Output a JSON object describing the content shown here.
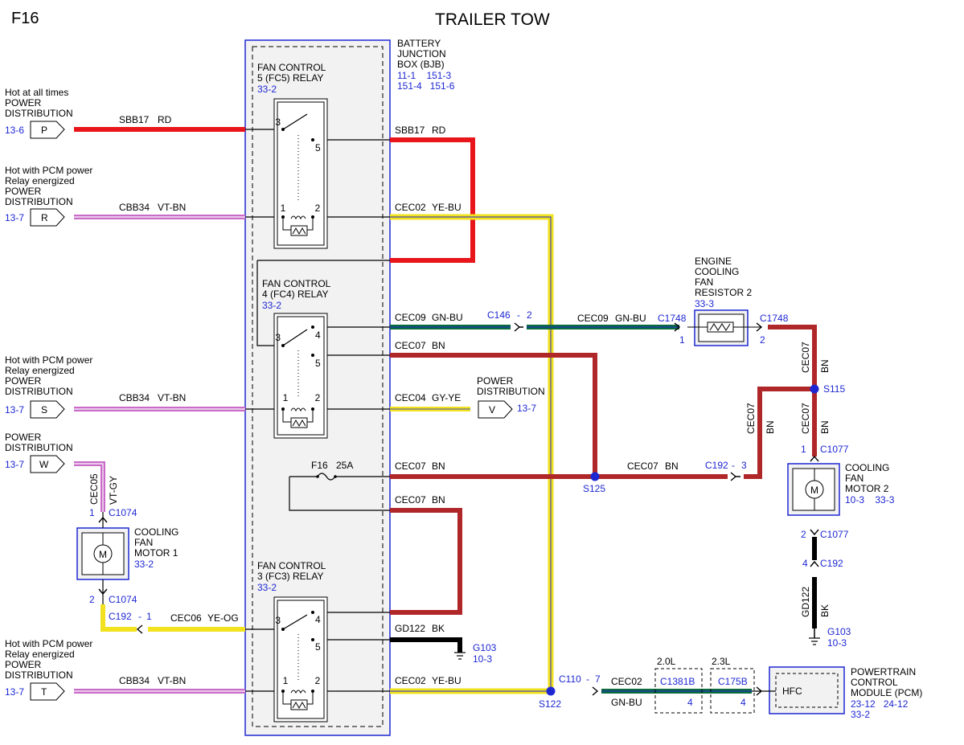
{
  "page_id": "F16",
  "title": "TRAILER TOW",
  "bjb": {
    "l1": "BATTERY",
    "l2": "JUNCTION",
    "l3": "BOX (BJB)",
    "refs_a": "11-1    151-3",
    "refs_b": "151-4   151-6"
  },
  "relays": {
    "fc5": {
      "l1": "FAN CONTROL",
      "l2": "5 (FC5) RELAY",
      "ref": "33-2"
    },
    "fc4": {
      "l1": "FAN CONTROL",
      "l2": "4 (FC4) RELAY",
      "ref": "33-2"
    },
    "fc3": {
      "l1": "FAN CONTROL",
      "l2": "3 (FC3) RELAY",
      "ref": "33-2"
    }
  },
  "pins": {
    "p1": "1",
    "p2": "2",
    "p3": "3",
    "p4": "4",
    "p5": "5"
  },
  "sources": {
    "p": {
      "l1": "Hot at all times",
      "l2": "POWER",
      "l3": "DISTRIBUTION",
      "ref": "13-6",
      "letter": "P"
    },
    "r": {
      "l1": "Hot with PCM power",
      "l2": "Relay energized",
      "l3": "POWER",
      "l4": "DISTRIBUTION",
      "ref": "13-7",
      "letter": "R"
    },
    "s": {
      "l1": "Hot with PCM power",
      "l2": "Relay energized",
      "l3": "POWER",
      "l4": "DISTRIBUTION",
      "ref": "13-7",
      "letter": "S"
    },
    "w": {
      "l1": "POWER",
      "l2": "DISTRIBUTION",
      "ref": "13-7",
      "letter": "W"
    },
    "t": {
      "l1": "Hot with PCM power",
      "l2": "Relay energized",
      "l3": "POWER",
      "l4": "DISTRIBUTION",
      "ref": "13-7",
      "letter": "T"
    },
    "v": {
      "l1": "POWER",
      "l2": "DISTRIBUTION",
      "ref": "13-7",
      "letter": "V"
    }
  },
  "wires": {
    "sbb17": "SBB17",
    "rd": "RD",
    "cbb34": "CBB34",
    "vtbn": "VT-BN",
    "cec02": "CEC02",
    "yebu": "YE-BU",
    "cec09": "CEC09",
    "gnbu": "GN-BU",
    "cec07": "CEC07",
    "bn": "BN",
    "cec04": "CEC04",
    "gyye": "GY-YE",
    "cec05": "CEC05",
    "vtgy": "VT-GY",
    "cec06": "CEC06",
    "yeog": "YE-OG",
    "gd122": "GD122",
    "bk": "BK"
  },
  "connectors": {
    "c146": "C146",
    "c1748": "C1748",
    "c1077": "C1077",
    "c192": "C192",
    "c1074": "C1074",
    "c110": "C110",
    "c1381b": "C1381B",
    "c175b": "C175B",
    "dash": "-",
    "n1": "1",
    "n2": "2",
    "n3": "3",
    "n4": "4",
    "n7": "7"
  },
  "splices": {
    "s115": "S115",
    "s125": "S125",
    "s122": "S122"
  },
  "fuse": {
    "name": "F16",
    "rating": "25A"
  },
  "resistor": {
    "l1": "ENGINE",
    "l2": "COOLING",
    "l3": "FAN",
    "l4": "RESISTOR 2",
    "ref": "33-3"
  },
  "motor2": {
    "l1": "COOLING",
    "l2": "FAN",
    "l3": "MOTOR 2",
    "ref": "10-3    33-3",
    "symbol": "M"
  },
  "motor1": {
    "l1": "COOLING",
    "l2": "FAN",
    "l3": "MOTOR 1",
    "ref": "33-2",
    "symbol": "M"
  },
  "grounds": {
    "g103": "G103",
    "ref": "10-3"
  },
  "engines": {
    "e20": "2.0L",
    "e23": "2.3L"
  },
  "pcm": {
    "pin": "HFC",
    "l1": "POWERTRAIN",
    "l2": "CONTROL",
    "l3": "MODULE (PCM)",
    "refs_a": "23-12   24-12",
    "refs_b": "33-2"
  },
  "colors": {
    "red": "#e8151b",
    "pink": "#c86cc8",
    "yellow": "#f2e11e",
    "green": "#0b6b3c",
    "brown": "#b0272a",
    "black": "#000000",
    "blue": "#1e28d2",
    "box_fill": "#f2f2f2"
  }
}
